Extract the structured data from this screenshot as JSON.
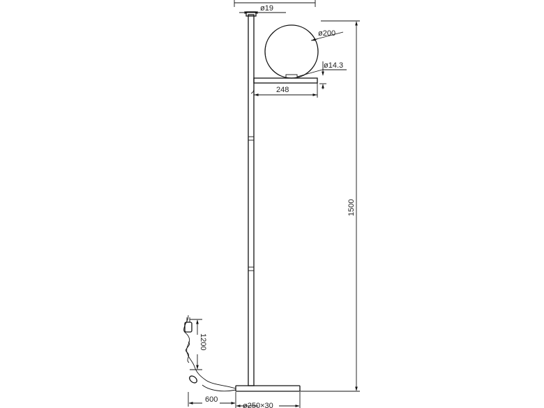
{
  "dimensions": {
    "pole_diameter": "ø19",
    "globe_diameter": "ø200",
    "socket_diameter": "ø14.3",
    "arm_length": "248",
    "total_height": "1500",
    "cable_length": "1200",
    "cord_length": "600",
    "base_size": "ø250×30"
  },
  "icons": {
    "plug": "plug-icon",
    "switch": "inline-switch-icon"
  }
}
